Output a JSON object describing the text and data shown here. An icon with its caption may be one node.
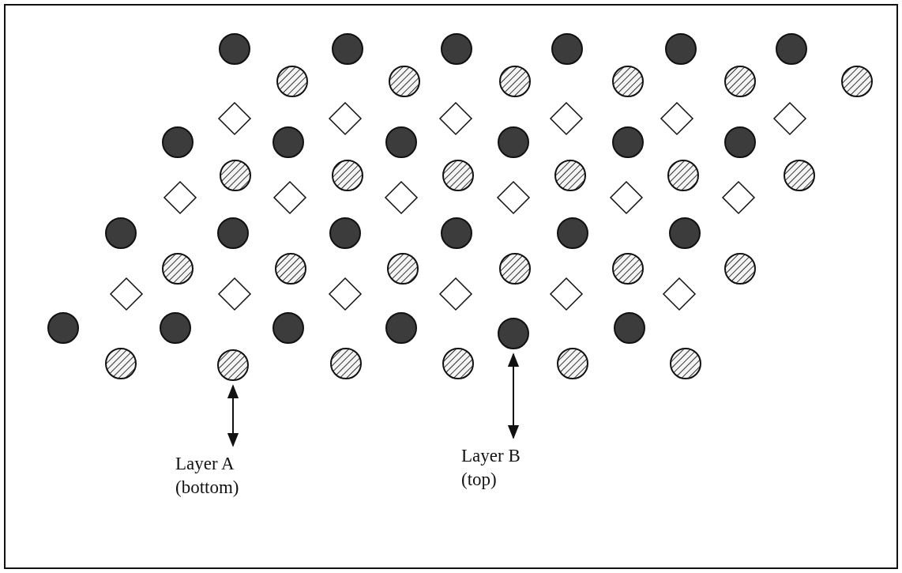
{
  "diagram": {
    "nodes": [
      {
        "text": [],
        "shape": "circle"
      },
      {
        "text": [],
        "shape": "circle"
      },
      {
        "text": [
          "Layer A (bottom)"
        ]
      },
      {
        "text": [
          "Layer B (top)"
        ]
      }
    ],
    "edges": [
      {
        "from": 1,
        "to": 2,
        "arrow": "both"
      },
      {
        "from": 0,
        "to": 3,
        "arrow": "both"
      }
    ]
  }
}
